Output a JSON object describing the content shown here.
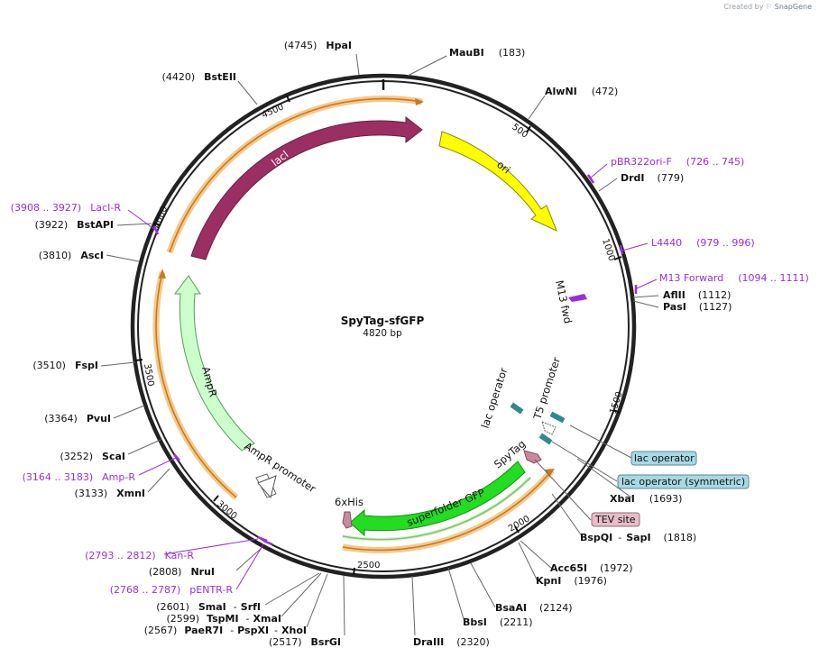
{
  "credit": {
    "prefix": "Created by",
    "brand": "SnapGene"
  },
  "plasmid": {
    "name": "SpyTag-sfGFP",
    "length_label": "4820 bp"
  },
  "ticks": [
    "500",
    "1000",
    "1500",
    "2000",
    "2500",
    "3000",
    "3500",
    "4000",
    "4500"
  ],
  "features": {
    "laci": "lacI",
    "ori": "ori",
    "ampr": "AmpR",
    "ampr_promoter": "AmpR promoter",
    "m13fwd": "M13 fwd",
    "lac_operator": "lac operator",
    "t5_promoter": "T5 promoter",
    "spytag": "SpyTag",
    "sfgfp": "superfolder GFP",
    "sixhis": "6xHis"
  },
  "boxes": {
    "lac_operator": "lac operator",
    "lac_operator_sym": "lac operator (symmetric)",
    "tev": "TEV site"
  },
  "sites_right": [
    {
      "name": "MauBI",
      "pos": "(183)"
    },
    {
      "name": "AlwNI",
      "pos": "(472)"
    },
    {
      "name": "DrdI",
      "pos": "(779)"
    },
    {
      "name": "AflII",
      "pos": "(1112)"
    },
    {
      "name": "PasI",
      "pos": "(1127)"
    },
    {
      "name": "XbaI",
      "pos": "(1693)"
    },
    {
      "name": "BspQI",
      "sep": "-",
      "name2": "SapI",
      "pos": "(1818)"
    },
    {
      "name": "Acc65I",
      "pos": "(1972)"
    },
    {
      "name": "KpnI",
      "pos": "(1976)"
    },
    {
      "name": "BsaAI",
      "pos": "(2124)"
    },
    {
      "name": "BbsI",
      "pos": "(2211)"
    },
    {
      "name": "DraIII",
      "pos": "(2320)"
    }
  ],
  "sites_left": [
    {
      "pos": "(4745)",
      "name": "HpaI"
    },
    {
      "pos": "(4420)",
      "name": "BstEII"
    },
    {
      "pos": "(3922)",
      "name": "BstAPI"
    },
    {
      "pos": "(3810)",
      "name": "AscI"
    },
    {
      "pos": "(3510)",
      "name": "FspI"
    },
    {
      "pos": "(3364)",
      "name": "PvuI"
    },
    {
      "pos": "(3252)",
      "name": "ScaI"
    },
    {
      "pos": "(3133)",
      "name": "XmnI"
    },
    {
      "pos": "(2808)",
      "name": "NruI"
    },
    {
      "pos": "(2601)",
      "name": "SmaI",
      "sep": "-",
      "name2": "SrfI"
    },
    {
      "pos": "(2599)",
      "name": "TspMI",
      "sep": "-",
      "name2": "XmaI"
    },
    {
      "pos": "(2567)",
      "name": "PaeR7I",
      "sep": "-",
      "name2": "PspXI",
      "sep2": "-",
      "name3": "XhoI"
    },
    {
      "pos": "(2517)",
      "name": "BsrGI"
    }
  ],
  "primers_right": [
    {
      "name": "pBR322ori-F",
      "range": "(726 .. 745)"
    },
    {
      "name": "L4440",
      "range": "(979 .. 996)"
    },
    {
      "name": "M13 Forward",
      "range": "(1094 .. 1111)"
    }
  ],
  "primers_left": [
    {
      "range": "(3908 .. 3927)",
      "name": "LacI-R"
    },
    {
      "range": "(3164 .. 3183)",
      "name": "Amp-R"
    },
    {
      "range": "(2793 .. 2812)",
      "name": "Kan-R"
    },
    {
      "range": "(2768 .. 2787)",
      "name": "pENTR-R"
    }
  ],
  "colors": {
    "backbone": "#222222",
    "laci": "#9b2f63",
    "ori": "#ffff00",
    "ampr": "#ccffcc",
    "sfgfp": "#22dd22",
    "orf_glow": "#f5b04a",
    "primer": "#9a2fd6",
    "lac_operator_box": "#a8d8e4",
    "tev_box": "#e8bcc8",
    "operator_mark": "#2f8a8e",
    "spytag_mark": "#c88aa0"
  }
}
